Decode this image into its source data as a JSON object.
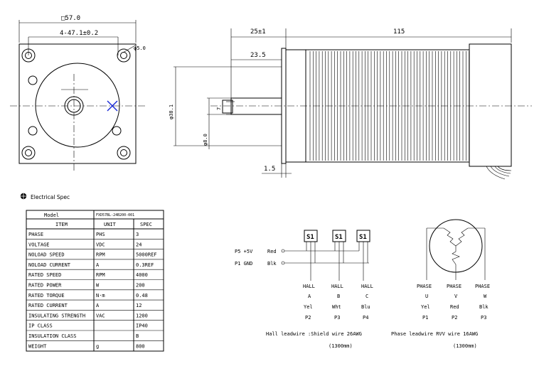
{
  "front_view": {
    "square_dim": "□57.0",
    "bolt_spacing": "4-47.1±0.2",
    "hole_dim": "φ5.0"
  },
  "side_view": {
    "shaft_total": "25±1",
    "body_length": "115",
    "shaft_length": "23.5",
    "flange_thickness": "1.5",
    "pilot_diameter": "φ38.1",
    "shaft_diameter": "φ8.0",
    "flat_dim": "7"
  },
  "spec": {
    "heading": "Electrical Spec",
    "model_label": "Model",
    "model_value": "FXD57BL-24B200-001",
    "columns": [
      "ITEM",
      "UNIT",
      "SPEC"
    ],
    "rows": [
      [
        "PHASE",
        "PHS",
        "3"
      ],
      [
        "VOLTAGE",
        "VDC",
        "24"
      ],
      [
        "NOLOAD SPEED",
        "RPM",
        "5000REF"
      ],
      [
        "NOLOAD CURRENT",
        "A",
        "0.3REF"
      ],
      [
        "RATED SPEED",
        "RPM",
        "4000"
      ],
      [
        "RATED POWER",
        "W",
        "200"
      ],
      [
        "RATED TORQUE",
        "N·m",
        "0.48"
      ],
      [
        "RATED CURRENT",
        "A",
        "12"
      ],
      [
        "INSULATING STRENGTH",
        "VAC",
        "1200"
      ],
      [
        "IP CLASS",
        "",
        "IP40"
      ],
      [
        "INSULATION CLASS",
        "",
        "B"
      ],
      [
        "WEIGHT",
        "g",
        "800"
      ]
    ]
  },
  "hall": {
    "power_line": "P5 +5V",
    "power_color": "Red",
    "gnd_line": "P1 GND",
    "gnd_color": "Blk",
    "sensor_label": "S1",
    "sensors": [
      {
        "name": "HALL",
        "id": "A",
        "color": "Yel",
        "pin": "P2"
      },
      {
        "name": "HALL",
        "id": "B",
        "color": "Wht",
        "pin": "P3"
      },
      {
        "name": "HALL",
        "id": "C",
        "color": "Blu",
        "pin": "P4"
      }
    ],
    "caption": "Hall leadwire :Shield wire 26AWG",
    "caption_len": "(1300mm)"
  },
  "phase": {
    "phases": [
      {
        "name": "PHASE",
        "id": "U",
        "color": "Yel",
        "pin": "P1"
      },
      {
        "name": "PHASE",
        "id": "V",
        "color": "Red",
        "pin": "P2"
      },
      {
        "name": "PHASE",
        "id": "W",
        "color": "Blk",
        "pin": "P3"
      }
    ],
    "caption": "Phase leadwire  RVV wire 16AWG",
    "caption_len": "(1300mm)"
  }
}
